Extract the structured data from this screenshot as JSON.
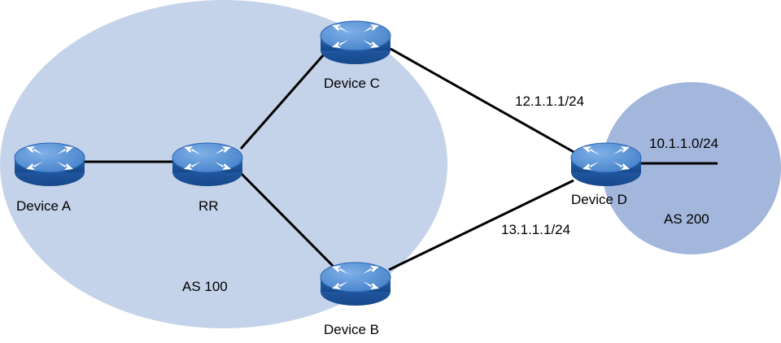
{
  "areas": {
    "as100": {
      "label": "AS 100",
      "color": "#c5d3ea"
    },
    "as200": {
      "label": "AS 200",
      "color": "#a3b6dc"
    }
  },
  "devices": {
    "device_a": {
      "label": "Device A"
    },
    "rr": {
      "label": "RR"
    },
    "device_c": {
      "label": "Device C"
    },
    "device_b": {
      "label": "Device B"
    },
    "device_d": {
      "label": "Device D"
    }
  },
  "links": {
    "c_to_d": {
      "label": "12.1.1.1/24"
    },
    "b_to_d": {
      "label": "13.1.1.1/24"
    },
    "d_network": {
      "label": "10.1.1.0/24"
    }
  },
  "router_icon": "router-icon",
  "router_colors": {
    "top": "#4f89cf",
    "side": "#1f56a0"
  }
}
